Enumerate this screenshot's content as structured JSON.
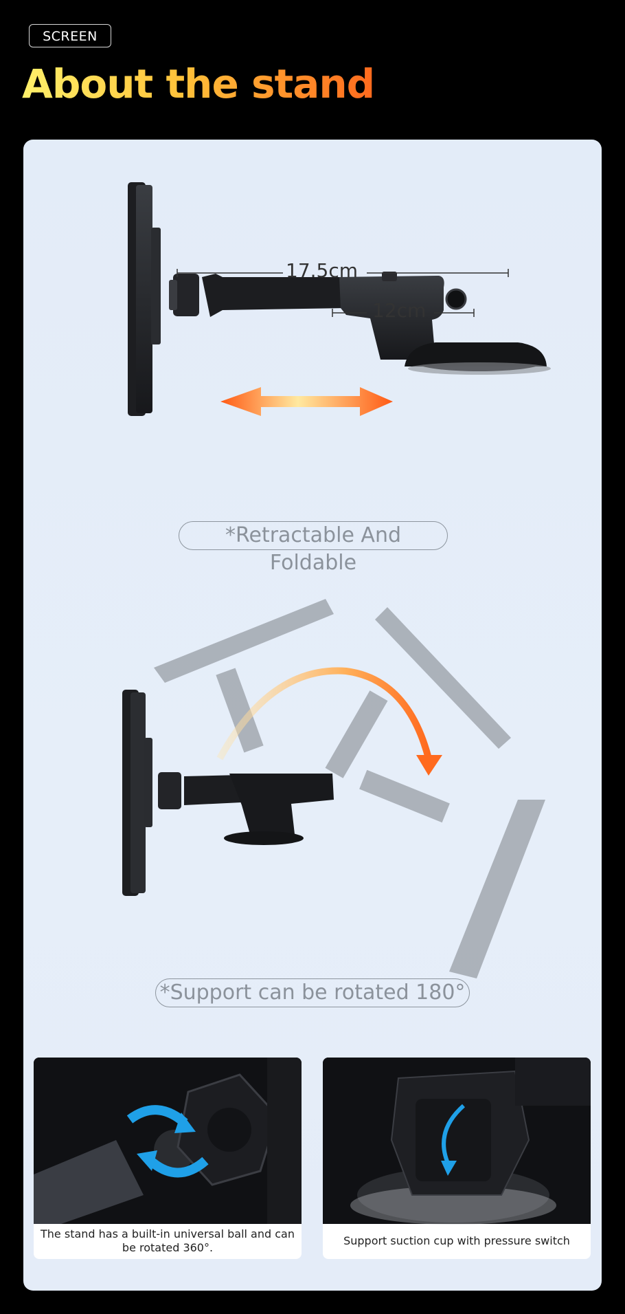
{
  "header": {
    "badge": "SCREEN",
    "title": "About the stand"
  },
  "section_extend": {
    "length_total": "17.5cm",
    "length_arm": "12cm",
    "caption": "*Retractable And Foldable"
  },
  "section_rotate": {
    "caption": "*Support can be rotated 180°"
  },
  "cards": [
    {
      "caption": "The stand has a built-in universal ball and can be rotated 360°."
    },
    {
      "caption": "Support suction cup with pressure switch"
    }
  ],
  "colors": {
    "accent_orange": "#ff6a1e",
    "accent_yellow": "#fff06a",
    "panel_bg": "#e4ecf8",
    "arrow_blue": "#1fa0e8"
  }
}
